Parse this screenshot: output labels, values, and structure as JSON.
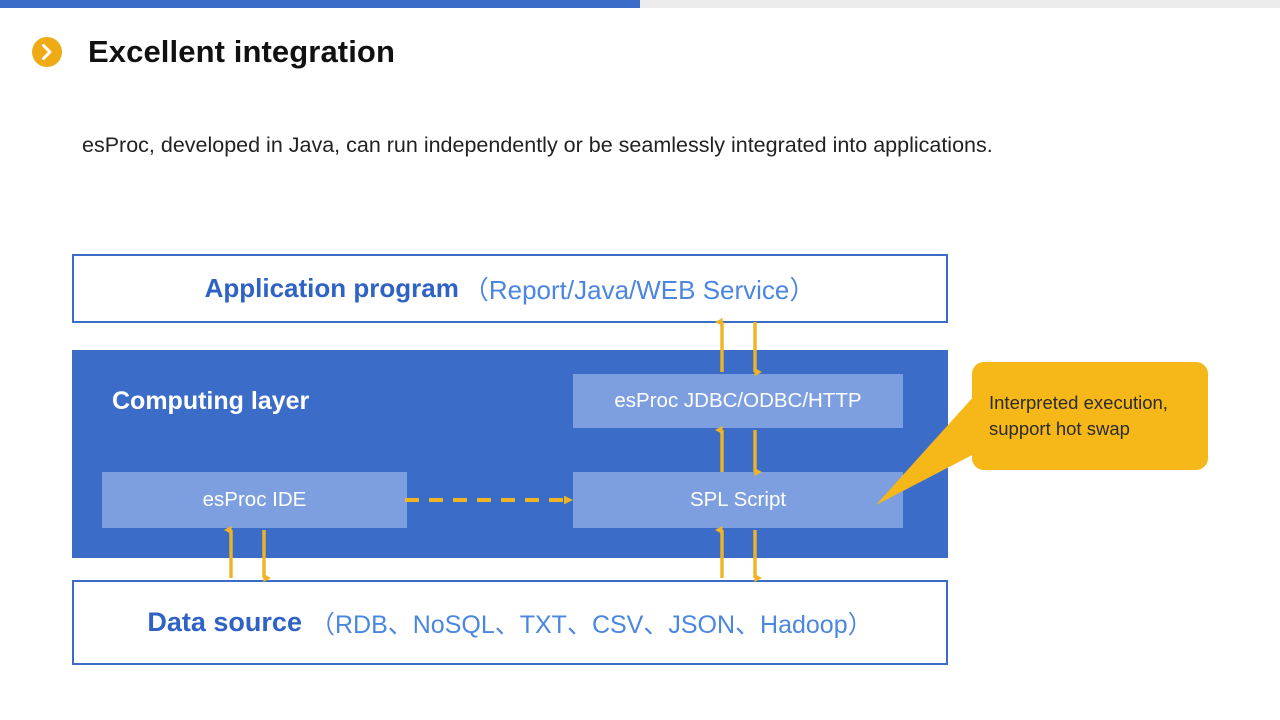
{
  "top_bar": {
    "name": "progress-bar",
    "fill_color": "#3a6cc8",
    "track_color": "#ececec",
    "progress_percent": 50
  },
  "heading": {
    "bullet_icon": "chevron-right-circle-icon",
    "bullet_color": "#eeab16",
    "text": "Excellent integration"
  },
  "paragraph": {
    "text": "esProc, developed in Java, can run independently or be seamlessly integrated into applications."
  },
  "diagram": {
    "application_layer": {
      "title": "Application program",
      "subtitle": "（Report/Java/WEB Service）",
      "border_color": "#3a6cc8",
      "title_color": "#2f62c4",
      "subtitle_color": "#4b86e0"
    },
    "computing_layer": {
      "label": "Computing layer",
      "background_color": "#3a6cc8",
      "boxes": [
        {
          "id": "jdbc",
          "label": "esProc JDBC/ODBC/HTTP"
        },
        {
          "id": "spl",
          "label": "SPL Script"
        },
        {
          "id": "ide",
          "label": "esProc IDE"
        }
      ],
      "box_color": "#7e9fdf"
    },
    "data_layer": {
      "title": "Data source",
      "subtitle": "（RDB、NoSQL、TXT、CSV、JSON、Hadoop）",
      "border_color": "#3a6cc8",
      "title_color": "#2f62c4",
      "subtitle_color": "#4b86e0"
    },
    "arrow_color": "#f0b323",
    "callout": {
      "text": "Interpreted execution, support hot swap",
      "background_color": "#f5b818",
      "text_color": "#2b2b2b"
    }
  }
}
